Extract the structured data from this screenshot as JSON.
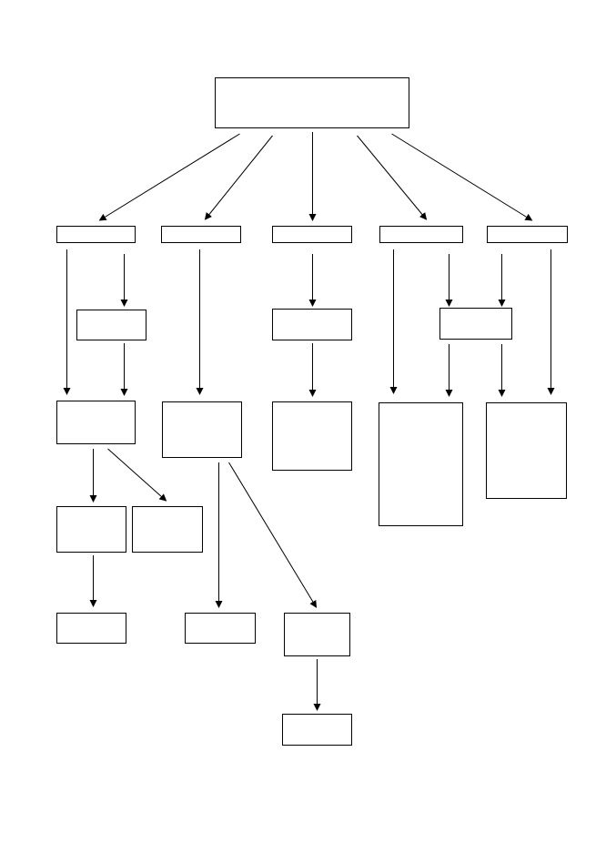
{
  "diagram": {
    "title": "",
    "line_color": "#000000",
    "box_fill": "#ffffff",
    "nodes": [
      {
        "id": "root",
        "label": ""
      },
      {
        "id": "l1a",
        "label": ""
      },
      {
        "id": "l1b",
        "label": ""
      },
      {
        "id": "l1c",
        "label": ""
      },
      {
        "id": "l1d",
        "label": ""
      },
      {
        "id": "l1e",
        "label": ""
      },
      {
        "id": "a_mid",
        "label": ""
      },
      {
        "id": "a_low",
        "label": ""
      },
      {
        "id": "a_low_left",
        "label": ""
      },
      {
        "id": "a_low_right",
        "label": ""
      },
      {
        "id": "a_bottom",
        "label": ""
      },
      {
        "id": "b_low",
        "label": ""
      },
      {
        "id": "b_bottom_left",
        "label": ""
      },
      {
        "id": "b_bottom_right",
        "label": ""
      },
      {
        "id": "b_last",
        "label": ""
      },
      {
        "id": "c_mid",
        "label": ""
      },
      {
        "id": "c_low",
        "label": ""
      },
      {
        "id": "de_mid",
        "label": ""
      },
      {
        "id": "d_low",
        "label": ""
      },
      {
        "id": "e_low",
        "label": ""
      }
    ],
    "edges": [
      {
        "from": "root",
        "to": "l1a"
      },
      {
        "from": "root",
        "to": "l1b"
      },
      {
        "from": "root",
        "to": "l1c"
      },
      {
        "from": "root",
        "to": "l1d"
      },
      {
        "from": "root",
        "to": "l1e"
      },
      {
        "from": "l1a",
        "to": "a_low"
      },
      {
        "from": "l1a",
        "to": "a_mid"
      },
      {
        "from": "a_mid",
        "to": "a_low"
      },
      {
        "from": "a_low",
        "to": "a_low_left"
      },
      {
        "from": "a_low",
        "to": "a_low_right"
      },
      {
        "from": "a_low_left",
        "to": "a_bottom"
      },
      {
        "from": "l1b",
        "to": "b_low"
      },
      {
        "from": "b_low",
        "to": "b_bottom_left"
      },
      {
        "from": "b_low",
        "to": "b_bottom_right"
      },
      {
        "from": "b_bottom_right",
        "to": "b_last"
      },
      {
        "from": "l1c",
        "to": "c_mid"
      },
      {
        "from": "c_mid",
        "to": "c_low"
      },
      {
        "from": "l1d",
        "to": "d_low"
      },
      {
        "from": "l1d",
        "to": "de_mid"
      },
      {
        "from": "l1e",
        "to": "de_mid"
      },
      {
        "from": "l1e",
        "to": "e_low"
      },
      {
        "from": "de_mid",
        "to": "d_low"
      },
      {
        "from": "de_mid",
        "to": "e_low"
      }
    ]
  }
}
